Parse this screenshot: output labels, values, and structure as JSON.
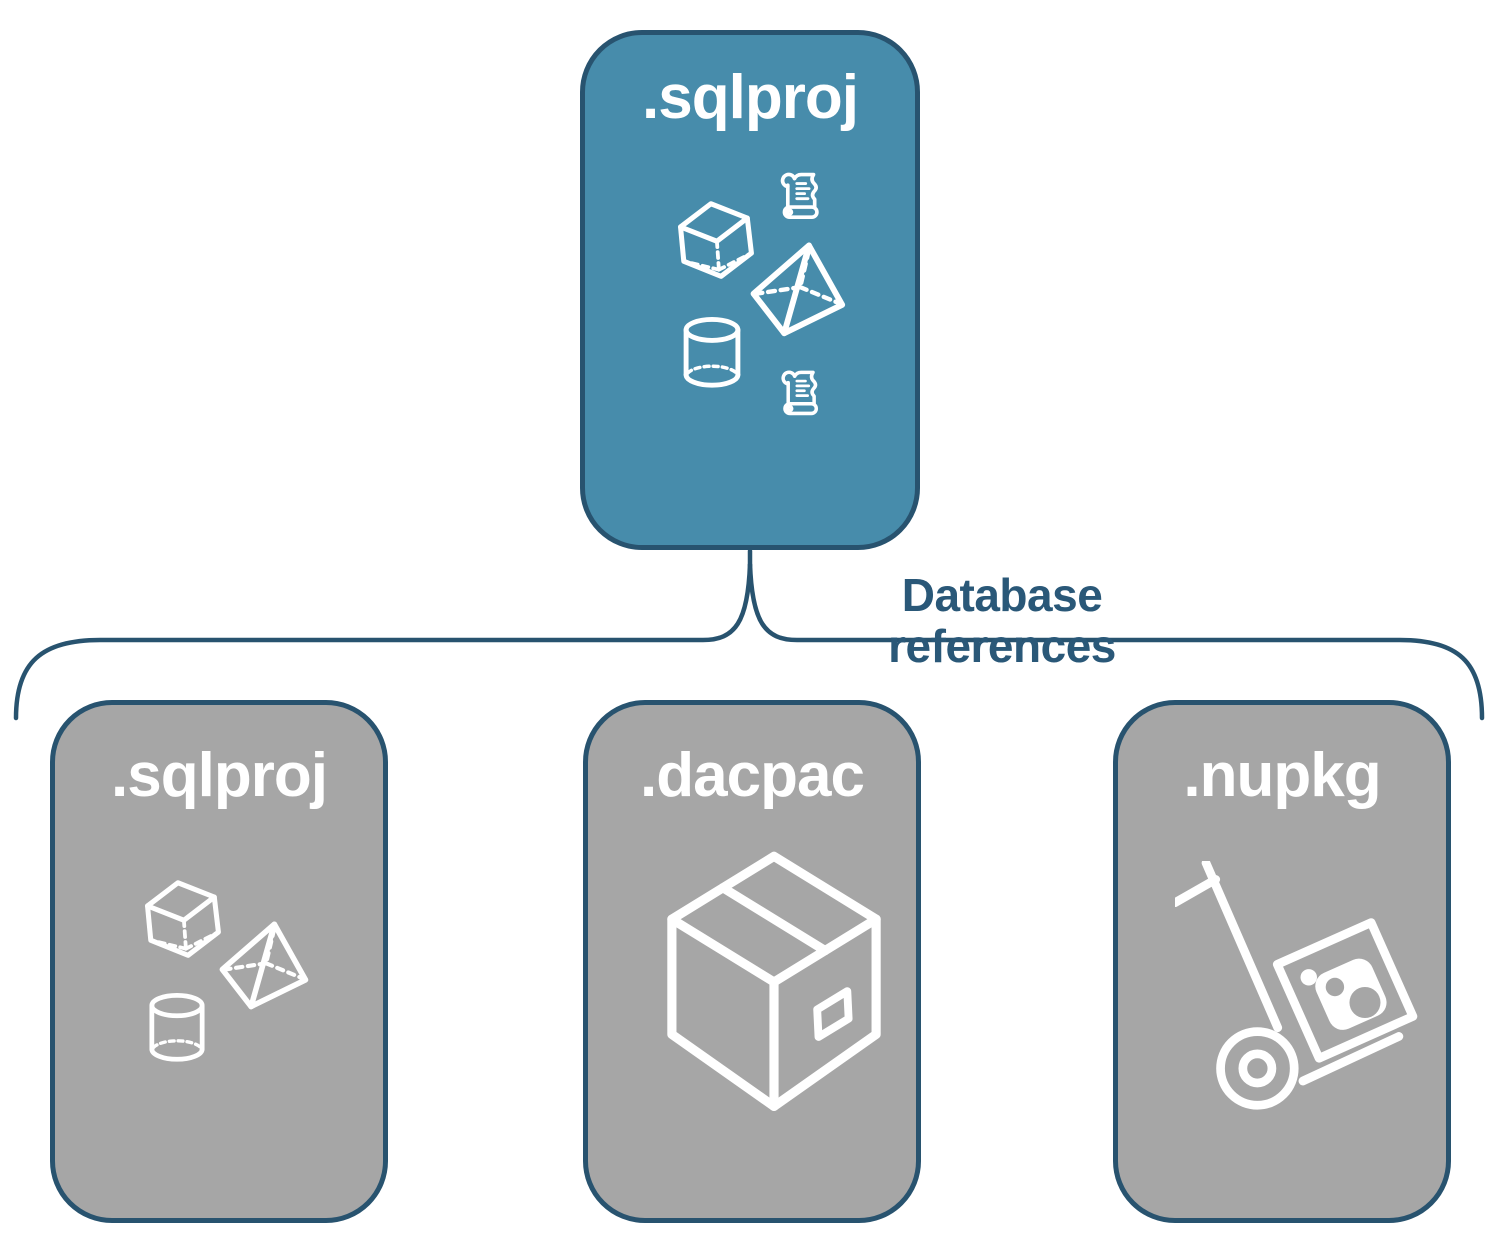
{
  "root_box": {
    "label": ".sqlproj",
    "fill": "#478CAB",
    "icons": [
      "cube-icon",
      "script-scroll-icon",
      "pyramid-icon",
      "cylinder-icon",
      "script-scroll-icon"
    ]
  },
  "connector": {
    "label": "Database references",
    "text_color": "#2A5878",
    "line_color": "#28536F"
  },
  "child_boxes": [
    {
      "label": ".sqlproj",
      "fill": "#A6A6A6",
      "icons": [
        "cube-icon",
        "pyramid-icon",
        "cylinder-icon"
      ]
    },
    {
      "label": ".dacpac",
      "fill": "#A6A6A6",
      "icons": [
        "package-box-icon"
      ]
    },
    {
      "label": ".nupkg",
      "fill": "#A6A6A6",
      "icons": [
        "nuget-hand-truck-icon"
      ]
    }
  ],
  "colors": {
    "border": "#28536F",
    "icon_stroke": "#FFFFFF",
    "label_text": "#FFFFFF",
    "background": "#FFFFFF"
  }
}
